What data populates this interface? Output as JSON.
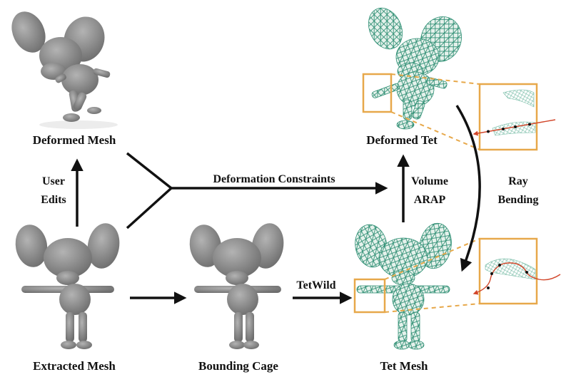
{
  "nodes": {
    "deformed_mesh": "Deformed Mesh",
    "extracted_mesh": "Extracted Mesh",
    "bounding_cage": "Bounding Cage",
    "deformed_tet": "Deformed Tet",
    "tet_mesh": "Tet Mesh"
  },
  "edges": {
    "user_edits_line1": "User",
    "user_edits_line2": "Edits",
    "deformation_constraints": "Deformation Constraints",
    "volume_arap_line1": "Volume",
    "volume_arap_line2": "ARAP",
    "tetwild": "TetWild",
    "ray_bending_line1": "Ray",
    "ray_bending_line2": "Bending"
  },
  "colors": {
    "mesh_gray": "#8a8a8a",
    "tet_green": "#2f8f74",
    "highlight_box": "#e7a84a",
    "ray": "#d2462a",
    "arrow": "#111111"
  }
}
